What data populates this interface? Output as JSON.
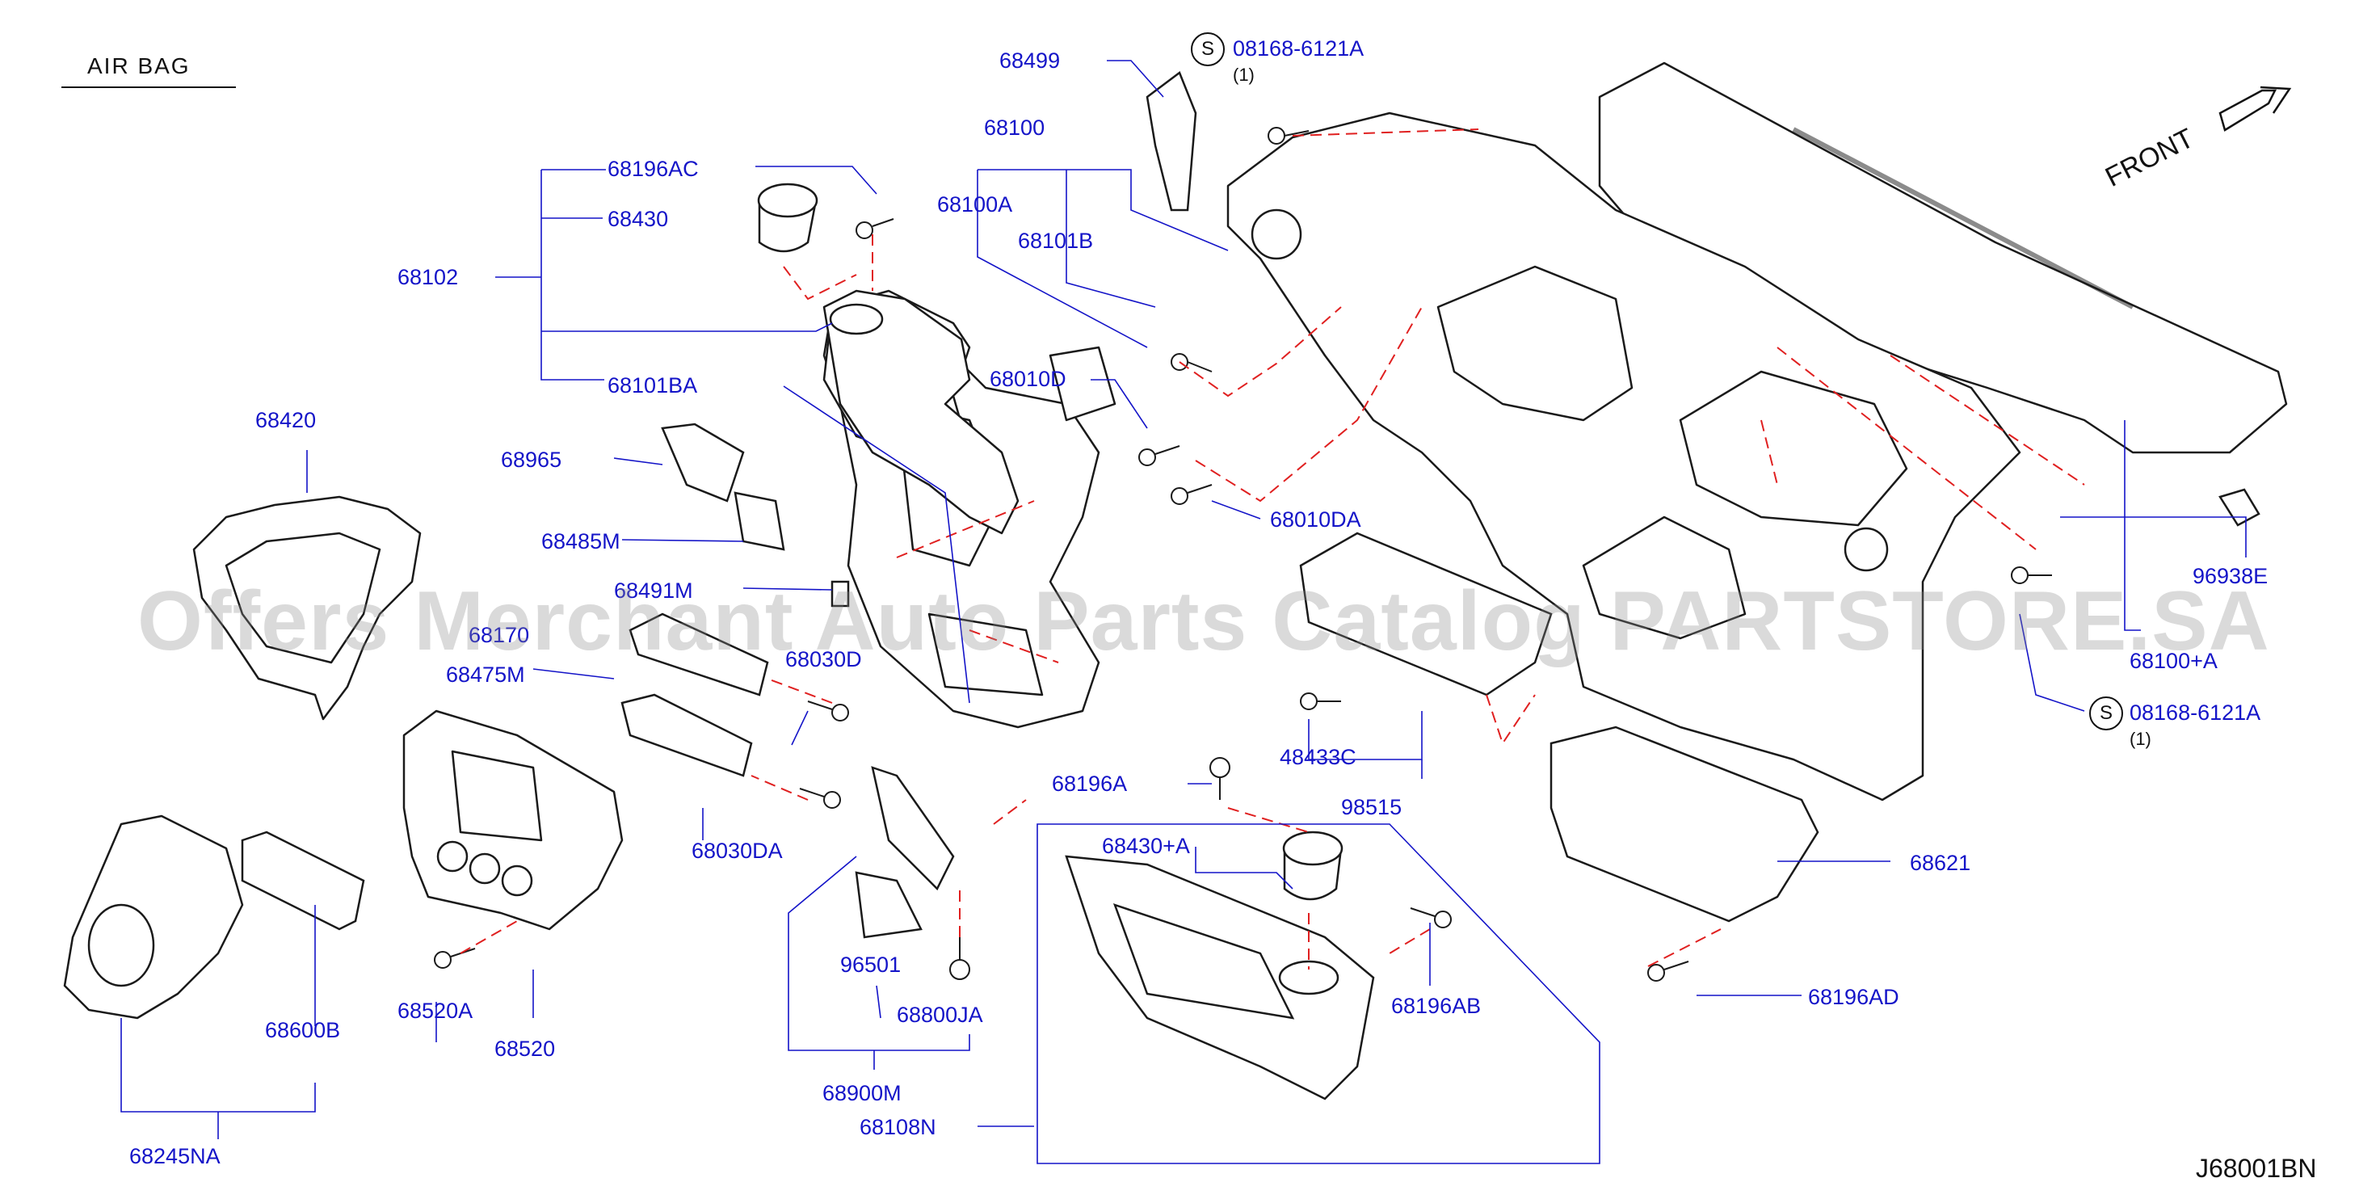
{
  "header": {
    "section": "AIR BAG"
  },
  "orientation": {
    "front_label": "FRONT"
  },
  "diagram_code": "J68001BN",
  "watermark": "Offers Merchant Auto Parts Catalog PARTSTORE.SA",
  "standard_parts": [
    {
      "badge": "S",
      "number": "08168-6121A",
      "qty": "(1)"
    },
    {
      "badge": "S",
      "number": "08168-6121A",
      "qty": "(1)"
    }
  ],
  "part_labels": [
    "68499",
    "68100",
    "68196AC",
    "68430",
    "68100A",
    "68101B",
    "68102",
    "68010D",
    "68101BA",
    "68420",
    "68965",
    "68010DA",
    "68485M",
    "68491M",
    "68170",
    "68475M",
    "68030D",
    "68030DA",
    "68196A",
    "48433C",
    "98515",
    "68430+A",
    "96501",
    "68800JA",
    "68900M",
    "68108N",
    "68520A",
    "68520",
    "68600B",
    "68245NA",
    "96938E",
    "68100+A",
    "68621",
    "68196AD",
    "68196AB"
  ],
  "colors": {
    "label": "#1414c8",
    "lines": "#1414c8",
    "dash": "#e02020",
    "parts": "#1a1a1a"
  }
}
